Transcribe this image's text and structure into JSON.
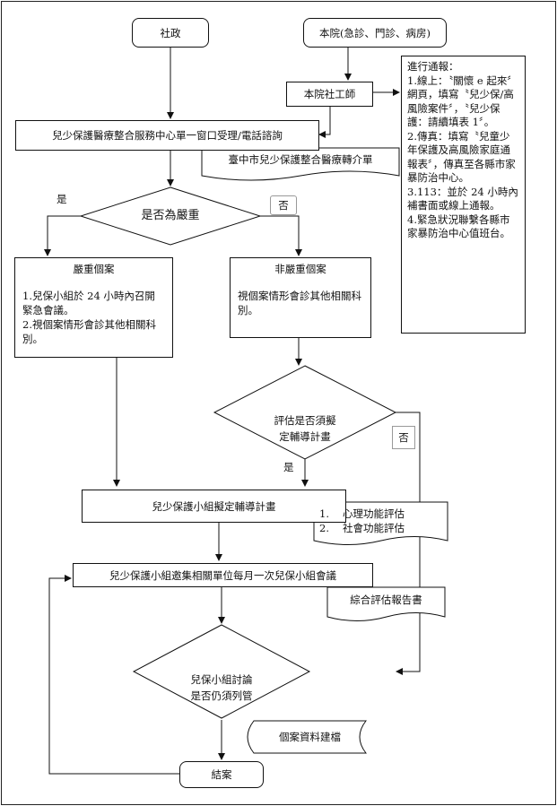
{
  "nodes": {
    "social_admin": "社政",
    "hospital": "本院(急診、門診、病房)",
    "social_worker": "本院社工師",
    "center": "兒少保護醫療整合服務中心單一窗口受理/電話諮詢",
    "referral_doc": "臺中市兒少保護整合醫療轉介單",
    "is_severe": "是否為嚴重",
    "severe_title": "嚴重個案",
    "severe_body": "1.兒保小組於 24 小時內召開緊急會議。\n2.視個案情形會診其他相關科別。",
    "nonsevere_title": "非嚴重個案",
    "nonsevere_body": "視個案情形會診其他相關科別。",
    "need_plan": "評估是否須擬\n定輔導計畫",
    "plan": "兒少保護小組擬定輔導計畫",
    "assessments": [
      "心理功能評估",
      "社會功能評估"
    ],
    "monthly_meeting": "兒少保護小組邀集相關單位每月一次兒保小組會議",
    "report_doc": "綜合評估報告書",
    "still_track": "兒保小組討論\n是否仍須列管",
    "case_file": "個案資料建檔",
    "close_case": "結案"
  },
  "notice": "進行通報：\n1.線上：〝關懷 e 起來〞網頁，填寫〝兒少保/高風險案件〞，〝兒少保護：請續填表 1〞。\n2.傳真：填寫〝兒童少年保護及高風險家庭通報表〞，傳真至各縣市家暴防治中心。\n3.113：並於 24 小時內補書面或線上通報。\n4.緊急狀況聯繫各縣市家暴防治中心值班台。",
  "edge_labels": {
    "yes": "是",
    "no": "否"
  }
}
